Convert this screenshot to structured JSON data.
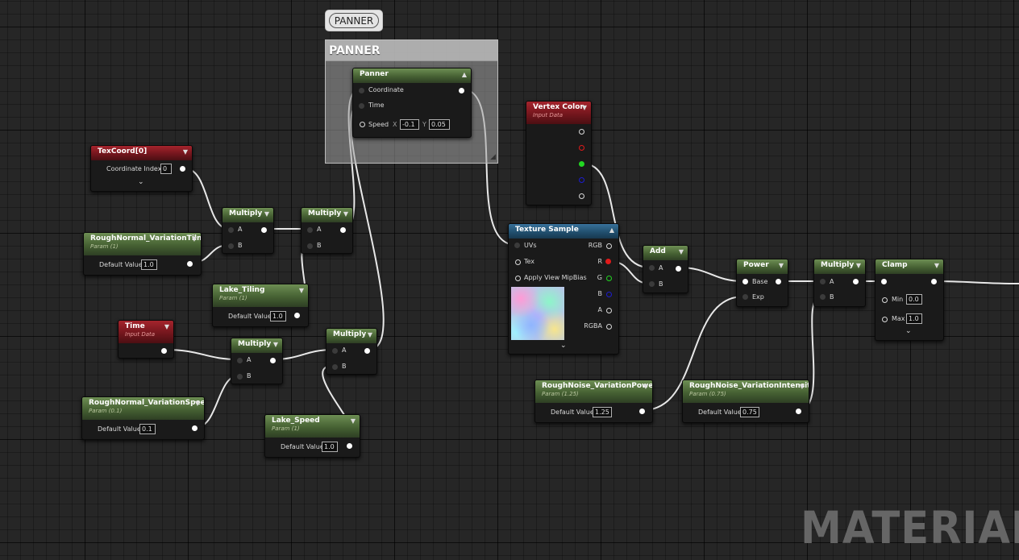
{
  "panner_comment": {
    "bubble": "PANNER",
    "title": "PANNER"
  },
  "panner": {
    "title": "Panner",
    "coordinate": "Coordinate",
    "time": "Time",
    "speed": "Speed",
    "x_label": "X",
    "x_value": "-0.1",
    "y_label": "Y",
    "y_value": "0.05"
  },
  "texcoord": {
    "title": "TexCoord[0]",
    "field": "Coordinate Index",
    "value": "0"
  },
  "multiply_label": "Multiply",
  "pin_a": "A",
  "pin_b": "B",
  "default_value": "Default Value",
  "rough_tiling": {
    "title": "RoughNormal_VariationTilng",
    "subtitle": "Param (1)",
    "value": "1.0"
  },
  "lake_tiling": {
    "title": "Lake_Tiling",
    "subtitle": "Param (1)",
    "value": "1.0"
  },
  "time_node": {
    "title": "Time",
    "subtitle": "Input Data"
  },
  "rough_speed": {
    "title": "RoughNormal_VariationSpeed",
    "subtitle": "Param (0.1)",
    "value": "0.1"
  },
  "lake_speed": {
    "title": "Lake_Speed",
    "subtitle": "Param (1)",
    "value": "1.0"
  },
  "vertex_color": {
    "title": "Vertex Color",
    "subtitle": "Input Data"
  },
  "texture_sample": {
    "title": "Texture Sample",
    "uvs": "UVs",
    "tex": "Tex",
    "mip": "Apply View MipBias",
    "rgb": "RGB",
    "r": "R",
    "g": "G",
    "b": "B",
    "a": "A",
    "rgba": "RGBA"
  },
  "add": {
    "title": "Add"
  },
  "power": {
    "title": "Power",
    "base": "Base",
    "exp": "Exp"
  },
  "clamp": {
    "title": "Clamp",
    "min": "Min",
    "min_value": "0.0",
    "max": "Max",
    "max_value": "1.0"
  },
  "noise_power": {
    "title": "RoughNoise_VariationPower",
    "subtitle": "Param (1.25)",
    "value": "1.25"
  },
  "noise_intensity": {
    "title": "RoughNoise_VariationIntensity",
    "subtitle": "Param (0.75)",
    "value": "0.75"
  },
  "watermark": "MATERIAL",
  "colors": {
    "param_header": "#466133",
    "input_header": "#74161d",
    "texture_header": "#22506f",
    "wire": "#e8e8e8"
  }
}
